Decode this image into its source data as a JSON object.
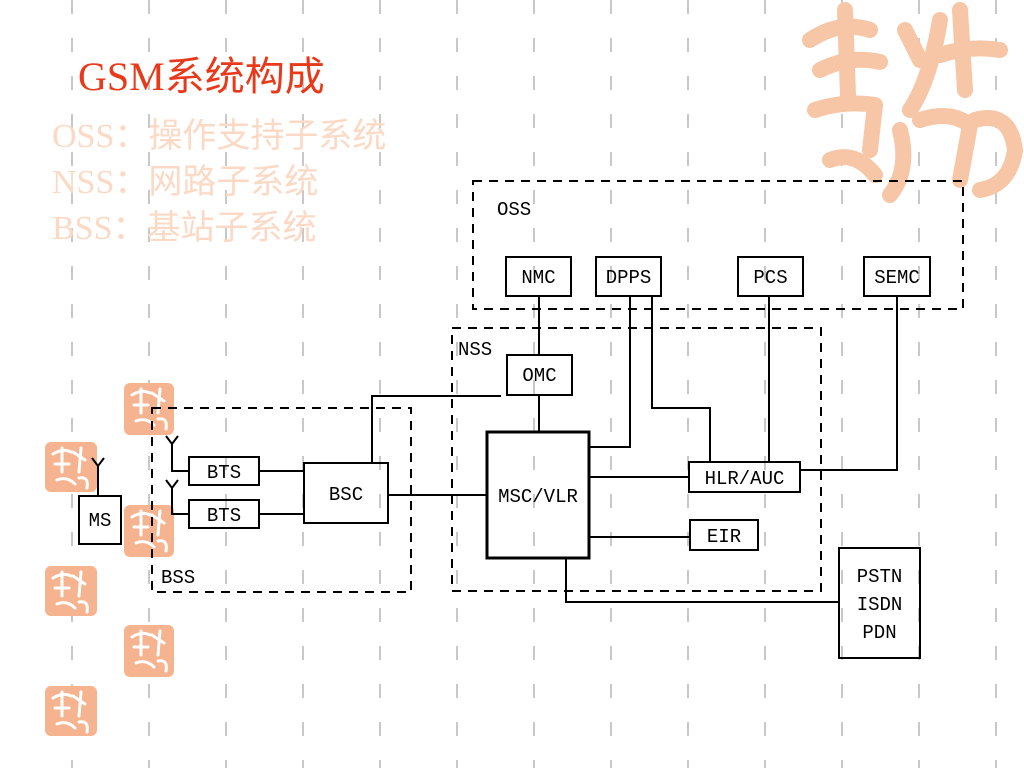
{
  "slide": {
    "title": "GSM系统构成",
    "subtitles": [
      "OSS：操作支持子系统",
      "NSS：网路子系统",
      "BSS：基站子系统"
    ]
  },
  "diagram": {
    "groups": {
      "oss": "OSS",
      "nss": "NSS",
      "bss": "BSS"
    },
    "nodes": {
      "nmc": "NMC",
      "dpps": "DPPS",
      "pcs": "PCS",
      "semc": "SEMC",
      "omc": "OMC",
      "msc_vlr": "MSC/VLR",
      "hlr_auc": "HLR/AUC",
      "eir": "EIR",
      "bsc": "BSC",
      "bts1": "BTS",
      "bts2": "BTS",
      "ms": "MS",
      "pstn": "PSTN",
      "isdn": "ISDN",
      "pdn": "PDN"
    }
  },
  "colors": {
    "title": "#e8391a",
    "subtitle_faded": "#fbd9c4",
    "logo": "#f5b48f",
    "grid": "#c8c8c8"
  }
}
